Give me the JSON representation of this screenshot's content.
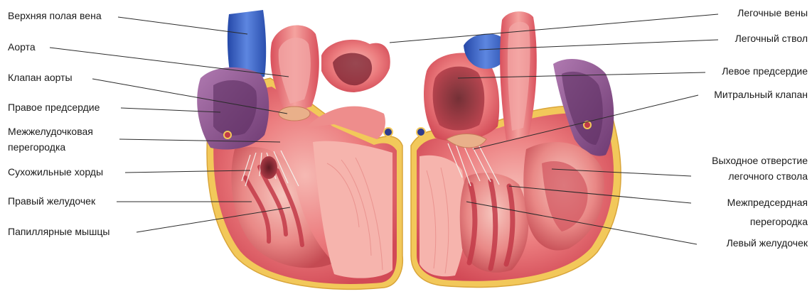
{
  "labels_left": {
    "svc": "Верхняя полая вена",
    "aorta": "Аорта",
    "aortic_valve": "Клапан аорты",
    "right_atrium": "Правое предсердие",
    "ivs_line1": "Межжелудочковая",
    "ivs_line2": "перегородка",
    "chordae": "Сухожильные хорды",
    "right_ventricle": "Правый желудочек",
    "papillary": "Папиллярные мышцы"
  },
  "labels_right": {
    "pulm_veins": "Легочные вены",
    "pulm_trunk": "Легочный ствол",
    "left_atrium": "Левое предсердие",
    "mitral_valve": "Митральный клапан",
    "outflow_line1": "Выходное отверстие",
    "outflow_line2": "легочного ствола",
    "ias_line1": "Межпредсердная",
    "ias_line2": "перегородка",
    "left_ventricle": "Левый желудочек"
  },
  "colors": {
    "muscle": "#e8606a",
    "muscle_light": "#f3a7a6",
    "muscle_dark": "#c23a48",
    "fat": "#f2c85a",
    "vein_blue": "#3b66c8",
    "atrium_purple": "#8a4f8c",
    "cavity_dark": "#8e2f3a",
    "chordae": "#f4f1ec"
  }
}
